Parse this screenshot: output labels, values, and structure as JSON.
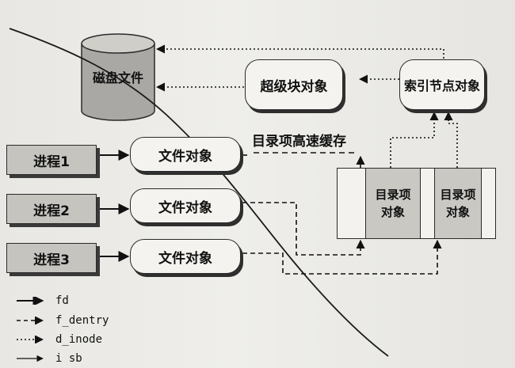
{
  "diagram": {
    "disk_file": "磁盘文件",
    "superblock": "超级块对象",
    "inode": "索引节点对象",
    "dentry_cache": "目录项高速缓存",
    "dentry_1": "目录项\n对象",
    "dentry_2": "目录项\n对象",
    "processes": [
      "进程1",
      "进程2",
      "进程3"
    ],
    "files": [
      "文件对象",
      "文件对象",
      "文件对象"
    ]
  },
  "legend": [
    {
      "style": "solid",
      "label": "fd"
    },
    {
      "style": "dashed",
      "label": "f_dentry"
    },
    {
      "style": "dotted",
      "label": "d_inode"
    },
    {
      "style": "solid-thin",
      "label": "i sb"
    }
  ]
}
